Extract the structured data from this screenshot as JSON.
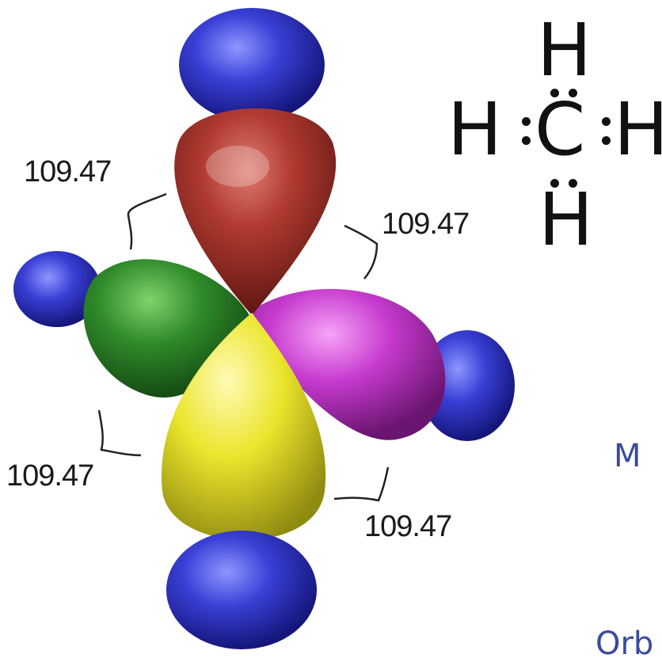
{
  "figure": {
    "angles": [
      "109.47",
      "109.47",
      "109.47",
      "109.47"
    ],
    "lewis_structure": {
      "top": "H",
      "left": "H",
      "center": "C",
      "right": "H",
      "bottom": "H"
    },
    "cropped_text": [
      "M",
      "Orb"
    ],
    "colors": {
      "hydrogen_lobes": "#2e35c8",
      "top_orbital": "#a8302a",
      "left_orbital": "#2f8a2a",
      "right_orbital": "#c83ad0",
      "bottom_orbital": "#e8e22a",
      "side_text": "#3b4a9e"
    }
  }
}
